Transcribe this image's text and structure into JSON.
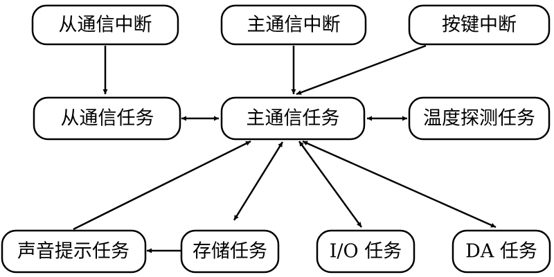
{
  "diagram": {
    "nodes": {
      "slave_comm_interrupt": "从通信中断",
      "master_comm_interrupt": "主通信中断",
      "key_interrupt": "按键中断",
      "slave_comm_task": "从通信任务",
      "master_comm_task": "主通信任务",
      "temp_detect_task": "温度探测任务",
      "sound_prompt_task": "声音提示任务",
      "storage_task": "存储任务",
      "io_task": "I/O 任务",
      "da_task": "DA 任务"
    },
    "edges": [
      {
        "from": "slave_comm_interrupt",
        "to": "slave_comm_task",
        "direction": "forward"
      },
      {
        "from": "master_comm_interrupt",
        "to": "master_comm_task",
        "direction": "forward"
      },
      {
        "from": "key_interrupt",
        "to": "master_comm_task",
        "direction": "forward"
      },
      {
        "from": "slave_comm_task",
        "to": "master_comm_task",
        "direction": "both"
      },
      {
        "from": "master_comm_task",
        "to": "temp_detect_task",
        "direction": "both"
      },
      {
        "from": "sound_prompt_task",
        "to": "master_comm_task",
        "direction": "forward"
      },
      {
        "from": "storage_task",
        "to": "master_comm_task",
        "direction": "both"
      },
      {
        "from": "io_task",
        "to": "master_comm_task",
        "direction": "both"
      },
      {
        "from": "da_task",
        "to": "master_comm_task",
        "direction": "both"
      },
      {
        "from": "storage_task",
        "to": "sound_prompt_task",
        "direction": "forward"
      }
    ]
  }
}
